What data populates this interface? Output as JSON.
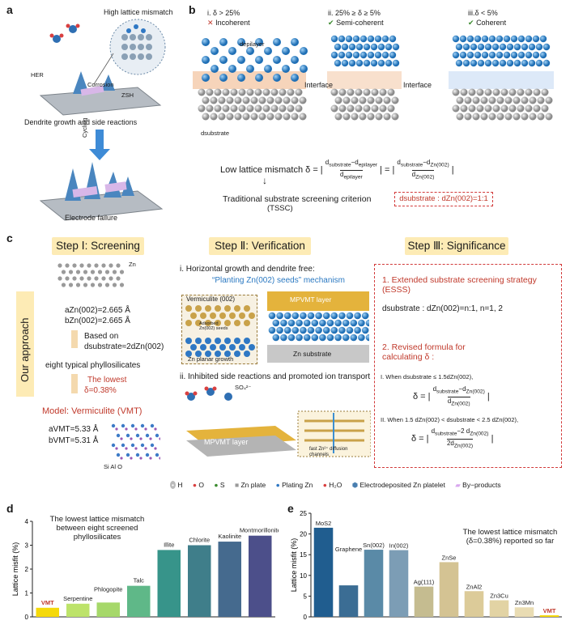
{
  "panels": {
    "a": "a",
    "b": "b",
    "c": "c",
    "d": "d",
    "e": "e"
  },
  "panel_a": {
    "high_mismatch": "High lattice mismatch",
    "her": "HER",
    "corrosion": "Corrosion",
    "zsh": "ZSH",
    "caption1": "Dendrite growth and side reactions",
    "cycling": "Cycling",
    "caption2": "Electrode failure"
  },
  "panel_b": {
    "case1": "i. δ > 25%",
    "case1_sub": "Incoherent",
    "case2": "ii. 25% ≥ δ ≥ 5%",
    "case2_sub": "Semi-coherent",
    "case3": "iii.δ < 5%",
    "case3_sub": "Coherent",
    "interface": "Interface",
    "d_epilayer": "depilayer",
    "d_substrate": "dsubstrate",
    "low_mismatch": "Low lattice mismatch δ = |",
    "criterion_label": "Traditional substrate screening criterion",
    "tssc": "(TSSC)",
    "criterion_value": "dsubstrate : dZn(002)=1:1"
  },
  "panel_c": {
    "our_approach": "Our approach",
    "step1": "Step Ⅰ: Screening",
    "step2": "Step Ⅱ: Verification",
    "step3": "Step Ⅲ: Significance",
    "zn": "Zn",
    "a_zn": "aZn(002)=2.665 Å",
    "b_zn": "bZn(002)=2.665 Å",
    "based_on": "Based on",
    "d_rule": "dsubstrate≈2dZn(002)",
    "eight": "eight typical phyllosilicates",
    "lowest": "The lowest",
    "delta": "δ=0.38%",
    "model": "Model: Vermiculite (VMT)",
    "a_vmt": "aVMT=5.33 Å",
    "b_vmt": "bVMT=5.31 Å",
    "atoms": [
      "Si",
      "Al",
      "O"
    ],
    "v1_title": "i. Horizontal growth and dendrite free:",
    "v1_sub": "“Planting Zn(002) seeds” mechanism",
    "vermiculite": "Vermiculite (002)",
    "adsorbed": "Adsorbed Zn(002) seeds",
    "planar": "Zn planar growth",
    "mpvmt": "MPVMT layer",
    "zn_substrate": "Zn substrate",
    "v2_title": "ii. Inhibited side reactions and promoted ion transport",
    "so4": "SO₄²⁻",
    "fast": "fast Zn²⁺ diffusion channels",
    "s1_title": "1. Extended substrate screening strategy (ESSS)",
    "s1_formula": "dsubstrate : dZn(002)=n:1, n=1, 2",
    "s2_title": "2. Revised formula for calculating δ :",
    "s2_case1": "I. When dsubstrate ≤ 1.5dZn(002),",
    "s2_case2": "II. When 1.5 dZn(002) < dsubstrate < 2.5 dZn(002),",
    "legend": [
      "H",
      "O",
      "S",
      "Zn plate",
      "Plating Zn",
      "H₂O",
      "Electrodeposited Zn platelet",
      "By−products"
    ]
  },
  "panel_d": {
    "annotation": "The lowest lattice mismatch between eight screened phyllosilicates"
  },
  "panel_e": {
    "annotation": "The lowest lattice mismatch (δ=0.38%) reported so far"
  },
  "colors": {
    "red": "#c0392b",
    "blue": "#2b79c2",
    "step_bg": "#fdebb5",
    "vmt_bar": "#f5d90a"
  },
  "chart_data": [
    {
      "type": "bar",
      "categories": [
        "VMT",
        "Serpentine",
        "Phlogopite",
        "Talc",
        "Illite",
        "Chlorite",
        "Kaolinite",
        "Montmorillonite"
      ],
      "values": [
        0.38,
        0.55,
        0.6,
        1.3,
        2.8,
        3.0,
        3.15,
        3.4
      ],
      "ylabel": "Lattice misfit (%)",
      "yticks": [
        "0",
        "1",
        "2",
        "3",
        "4"
      ],
      "ylim": [
        0,
        4
      ]
    },
    {
      "type": "bar",
      "categories": [
        "MoS2",
        "Graphene",
        "Sn(002)",
        "In(002)",
        "Ag(111)",
        "ZnSe",
        "ZnAl2",
        "Zn3Cu",
        "Zn3Mn",
        "VMT"
      ],
      "values": [
        21.5,
        7.6,
        16.2,
        16.1,
        7.3,
        13.2,
        6.2,
        4.0,
        2.3,
        0.38
      ],
      "ylabel": "Lattice misfit (%)",
      "yticks": [
        "0",
        "5",
        "10",
        "15",
        "20",
        "25"
      ],
      "ylim": [
        0,
        25
      ]
    }
  ]
}
